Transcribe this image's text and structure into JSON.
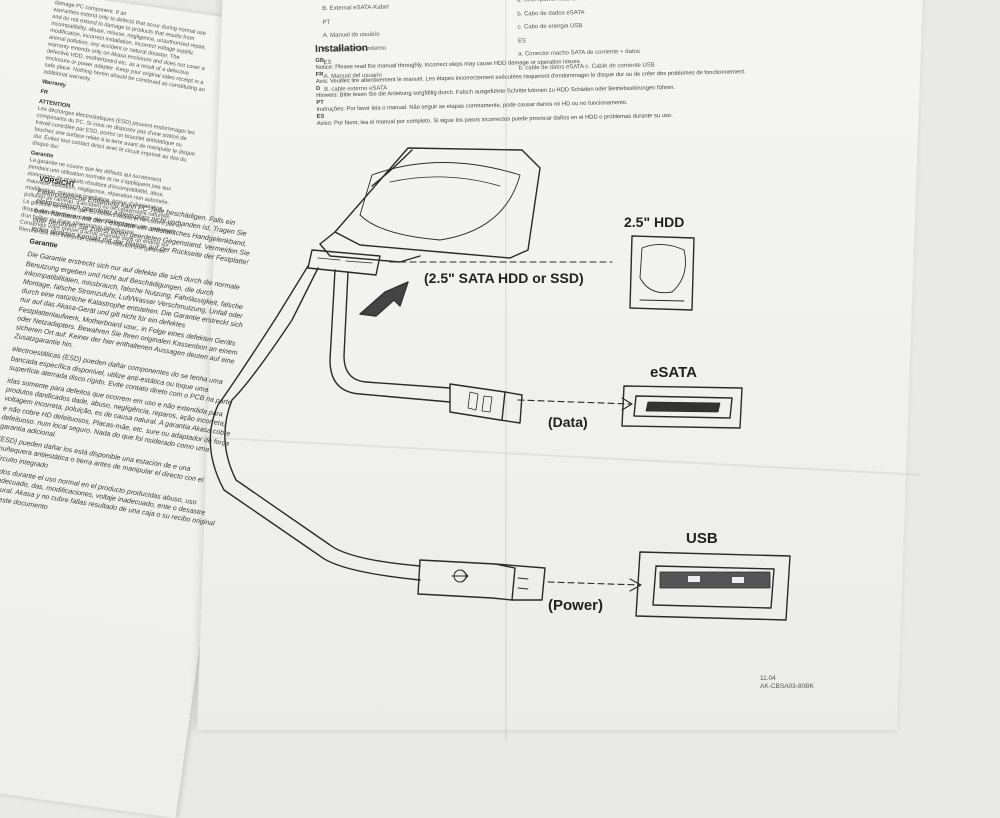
{
  "left_sheet": {
    "lines_top": [
      "damage PC component. If an",
      "warranties extend only to defects that occur during normal use",
      "and do not extend to damage to products that results from",
      "incompatibility, abuse, misuse, negligence, unauthorised repair,",
      "modification, incorrect installation, incorrect voltage supply,",
      "animal pollution, any accident or natural disaster. The",
      "warranty extends only on Akasa enclosure and does not cover a",
      "defective HDD, motherboard etc. as a result of a defective",
      "enclosure or power adapter. Keep your original sales receipt in a",
      "safe place. Nothing herein should be construed as constituting an",
      "additional warranty."
    ],
    "hd_warranty": "Warranty",
    "hd_fr": "FR",
    "hd_attention": "ATTENTION",
    "lines_fr": [
      "Les décharges électrostatiques (ESD) peuvent endommager les",
      "composants du PC. Si vous ne disposez pas d'une station de",
      "travail contrôlée par ESD, portez un bracelet antistatique ou",
      "touchez une surface reliée à la terre avant de manipuler le disque",
      "dur. Évitez tout contact direct avec le circuit imprimé au dos du",
      "disque dur."
    ],
    "hd_garantie": "Garantie",
    "lines_garantie": [
      "La garantie ne couvre que les défauts qui surviennent",
      "pendant une utilisation normale et ne s'appliquent pas aux",
      "dommages de produits résultant d'incompatibilité, abus,",
      "mauvaise utilisation, négligence, réparation non autorisée,",
      "modification, mauvaise installation, erreur d'alimentation,",
      "pollution de l'air/eau, d'accident ou de catastrophe naturelle.",
      "La garantie ne couvre que les boîtiers Akasa et ne couvre pas un",
      "disque dur défectueux, carte mère défectueuse, etc. provenant",
      "d'un boîtier ou d'une alimentation défectueuse.",
      "Conservez votre preuve d'achat originale dans un endroit sûr.",
      "Rien ne doit être interprété comme constituant une garantie."
    ]
  },
  "left_lower": {
    "hd_vorsicht": "VORSICHT",
    "de_text": "Elektrostatische Entladung kann PC-Teile beschädigen. Falls ein elektrostatisch geerdeter Arbeitsplatz nicht vorhanden ist, Tragen Sie beim hantieren mit der Festplatte ein antistatisches Handgelenkband, oder berühren Sie zuerst einen geerdeten Gegenstand. Vermeiden Sie jeden direkten Kontakt mit der Platine auf der Rückseite der Festplatte!",
    "hd_garantie_de": "Garantie",
    "de_garantie": "Die Garantie erstreckt sich nur auf defekte die sich durch die normale Benutzung ergeben und nicht auf Beschädigungen, die durch inkompatibilitäten, missbrauch, falsche Nutzung, Fahrlässigkeit, falsche Montage, falsche Stromzufuhr, Luft/Wasser Verschmutzung, Unfall oder durch eine natürliche Katastrophe entstehen. Die Garantie erstreckt sich nur auf das Akasa-Gerät und gilt nicht für ein defektes Festplattenlaufwerk, Motherboard usw., in Folge eines defekten Geräts oder Netzadapters. Bewahren Sie Ihren originalen Kassenbon an einem sicheren Ort auf. Keiner der hier enthaltenen Aussagen deuten auf eine Zusatzgarantie hin.",
    "es_text": "electroestáticas (ESD) pueden dañar componentes do se tenha uma bancada específica disponível, utilize anti-estática ou toque uma superfície aterrada disco rígido. Evite contato direto com o PCB na parte",
    "pt_garantia": "idas somente para defeitos que ocorrem em uso e não extendida para produtos danificados dade, abuso, negligência, reparos, ação incorreta, voltagem incorreta, poluição, es de causa natural. A garantia Akasa cobre e não cobre HD defeituosos, Placas-mãe, etc. sure ou adaptador de força defeituoso. num local seguro. Nada do que foi nsiderado como uma garantia adicional.",
    "es_esd": "(ESD) pueden dañar los está disponible una estación de e una muñequera antiestática o tierra antes de manipular el directo con el circuito integrado",
    "es_garantia": "rridos durante el uso normal en el producto producidas abuso, uso inadecuado, das, modificaciones, voltaje inadecuado, ente o desastre natural. Akasa y no cubre fallas resultado de una caja o su recibo original de este documento"
  },
  "contents": {
    "col1": [
      "B.  External eSATA-Kabel",
      "PT",
      "A.  Manual do usuário",
      "B.  Cabo eSATA externo",
      "ES",
      "A.  Manual del usuario",
      "B.  cable externo eSATA"
    ],
    "col2": [
      "a.  SATA power macho + Conector de dados",
      "b.  Cabo de dados eSATA",
      "c.  Cabo de energia USB",
      "ES",
      "a.  Conector macho SATA de corriente + datos",
      "b.  cable de datos eSATA  c.  Cable de corriente USB"
    ]
  },
  "installation": {
    "title": "Installation",
    "lines": [
      {
        "lang": "GB",
        "text": "Notice: Please read the manual throughly. Incorrect steps may cause HDD damage or operation issues."
      },
      {
        "lang": "FR",
        "text": "Avis: Veuillez lire attentivement le manuel. Les étapes incorrectement exécutées risqueront d'endommager le disque dur ou de créer des problèmes de fonctionnement."
      },
      {
        "lang": "D",
        "text": "Hinweis: Bitte lesen Sie die Anleitung sorgfältig durch. Falsch ausgeführte Schritte können zu HDD Schäden oder Betriebsstörungen führen."
      },
      {
        "lang": "PT",
        "text": "Instruções: Por favor leia o manual. Não seguir as etapas corretamente, pode causar danos no HD ou no funcionamento."
      },
      {
        "lang": "ES",
        "text": "Aviso: Por favor, lea el manual por completo. Si sigue los pasos incorrectos puede provocar daños en el HDD o problemas durante su uso."
      }
    ]
  },
  "diagram": {
    "hdd_label": "2.5\" HDD",
    "sata_label": "(2.5\" SATA HDD or SSD)",
    "esata_label": "eSATA",
    "data_label": "(Data)",
    "usb_label": "USB",
    "power_label": "(Power)"
  },
  "footer": {
    "date": "11.04",
    "model": "AK-CBSA03-80BK"
  },
  "colors": {
    "paper": "#f4f4f1",
    "ink": "#2a2a2a"
  }
}
